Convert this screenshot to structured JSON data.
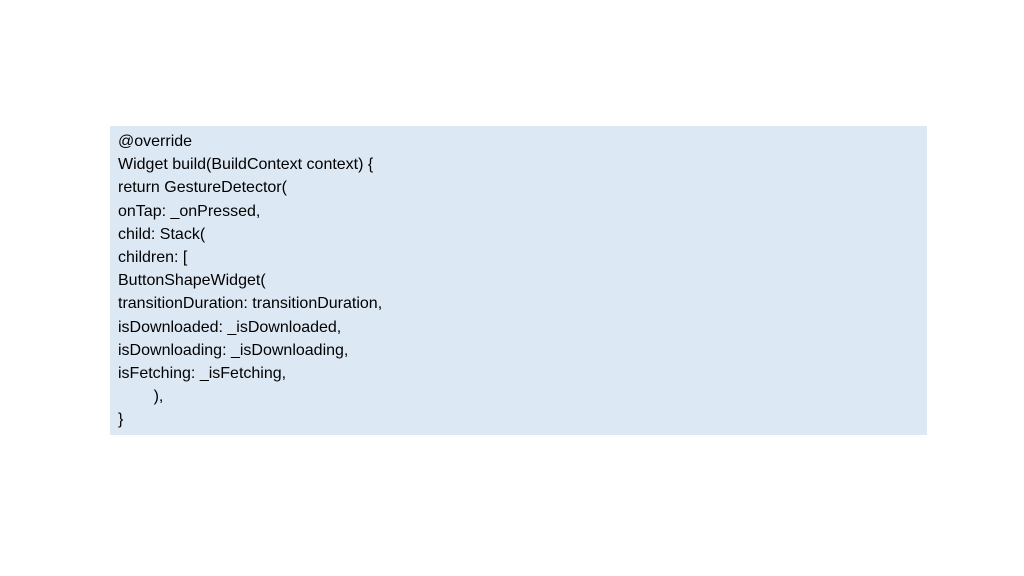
{
  "code": {
    "lines": [
      "@override",
      "Widget build(BuildContext context) {",
      "return GestureDetector(",
      "onTap: _onPressed,",
      "child: Stack(",
      "children: [",
      "ButtonShapeWidget(",
      "transitionDuration: transitionDuration,",
      "isDownloaded: _isDownloaded,",
      "isDownloading: _isDownloading,",
      "isFetching: _isFetching,",
      "        ),",
      "}"
    ]
  },
  "colors": {
    "box_background": "#dde8f5",
    "text": "#000000",
    "page_background": "#ffffff"
  }
}
